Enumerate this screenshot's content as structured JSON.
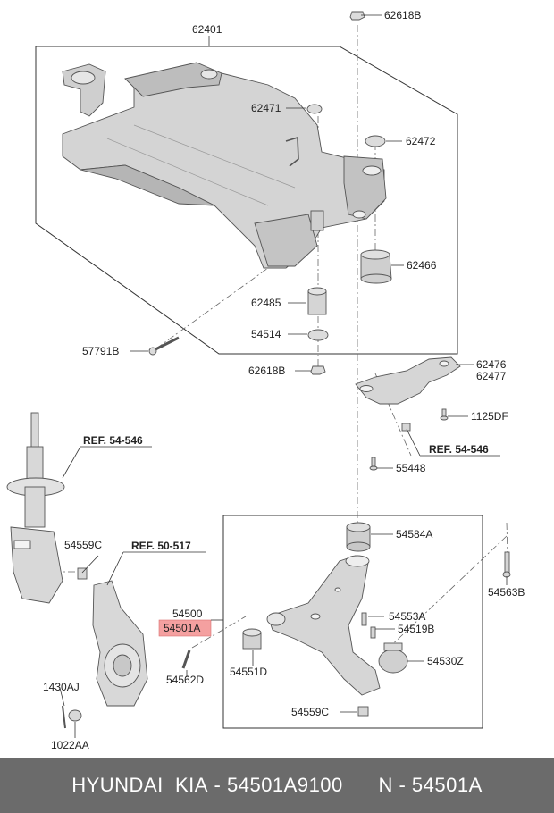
{
  "parts": {
    "p62401": "62401",
    "p62618B_top": "62618B",
    "p62471": "62471",
    "p62472": "62472",
    "p62466": "62466",
    "p62485": "62485",
    "p54514": "54514",
    "p57791B": "57791B",
    "p62618B_bot": "62618B",
    "p62476": "62476",
    "p62477": "62477",
    "p1125DF": "1125DF",
    "ref54546_right": "REF. 54-546",
    "p55448": "55448",
    "ref54546_left": "REF. 54-546",
    "p54559C_left": "54559C",
    "ref50517": "REF. 50-517",
    "p54584A": "54584A",
    "p54563B": "54563B",
    "p54500": "54500",
    "p54501A": "54501A",
    "p54553A": "54553A",
    "p54519B": "54519B",
    "p54530Z": "54530Z",
    "p54551D": "54551D",
    "p54562D": "54562D",
    "p1430AJ": "1430AJ",
    "p54559C_bot": "54559C",
    "p1022AA": "1022AA"
  },
  "highlight_color": "#f4a0a0",
  "footer": {
    "brand": "HYUNDAI  KIA",
    "part_number": "54501A9100",
    "ref_code": "54501A",
    "separator_1": " - ",
    "separator_2": "N - "
  }
}
